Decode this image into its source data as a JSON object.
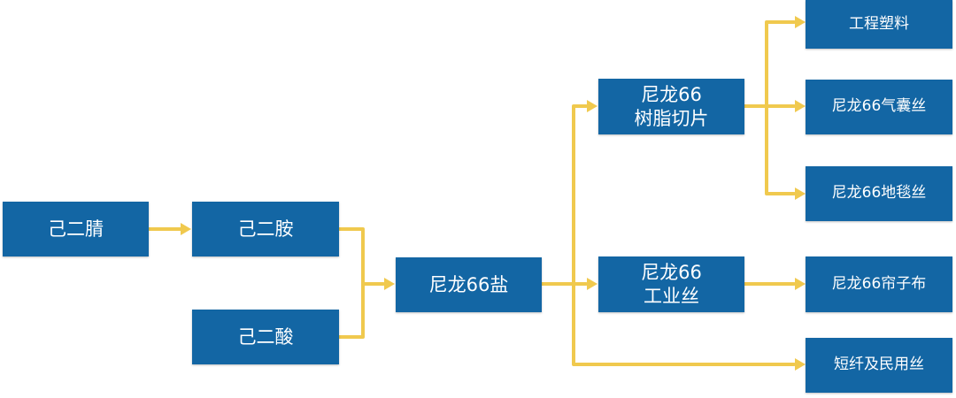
{
  "colors": {
    "node_fill": "#1366a4",
    "node_text": "#ffffff",
    "connector": "#f0c94e",
    "background": "#ffffff"
  },
  "nodes": {
    "adiponitrile": [
      "己二腈"
    ],
    "hexamethylenediamine": [
      "己二胺"
    ],
    "adipic_acid": [
      "己二酸"
    ],
    "nylon66_salt": [
      "尼龙66盐"
    ],
    "nylon66_resin_chips": [
      "尼龙66",
      "树脂切片"
    ],
    "nylon66_industrial_yarn": [
      "尼龙66",
      "工业丝"
    ],
    "engineering_plastics": [
      "工程塑料"
    ],
    "nylon66_airbag_yarn": [
      "尼龙66气囊丝"
    ],
    "nylon66_carpet_yarn": [
      "尼龙66地毯丝"
    ],
    "nylon66_tire_cord": [
      "尼龙66帘子布"
    ],
    "staple_fiber_civilian_yarn": [
      "短纤及民用丝"
    ]
  }
}
